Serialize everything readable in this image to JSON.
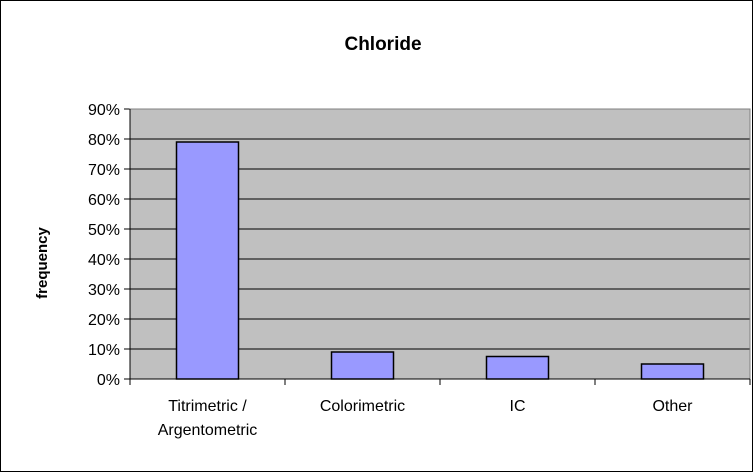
{
  "chart_data": {
    "type": "bar",
    "title": "Chloride",
    "xlabel": "",
    "ylabel": "frequency",
    "categories": [
      [
        "Titrimetric /",
        "Argentometric"
      ],
      [
        "Colorimetric"
      ],
      [
        "IC"
      ],
      [
        "Other"
      ]
    ],
    "values": [
      79,
      9,
      7.5,
      5
    ],
    "ylim": [
      0,
      90
    ],
    "yticks": [
      "0%",
      "10%",
      "20%",
      "30%",
      "40%",
      "50%",
      "60%",
      "70%",
      "80%",
      "90%"
    ],
    "grid": true,
    "legend": "none",
    "colors": {
      "plot_background": "#c0c0c0",
      "bar_fill": "#9999ff",
      "bar_stroke": "#000000",
      "gridline": "#000000"
    }
  }
}
